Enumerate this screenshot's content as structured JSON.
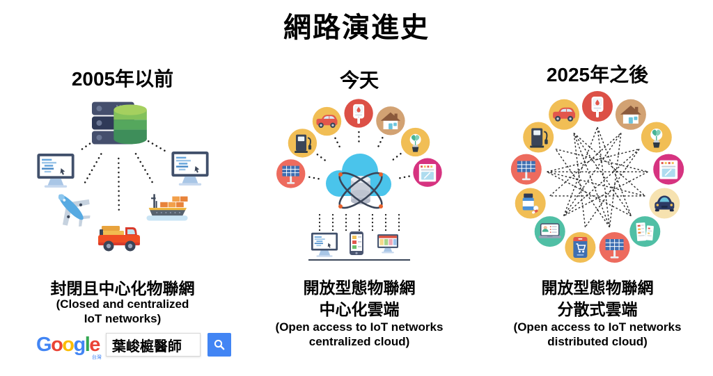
{
  "title": "網路演進史",
  "panels": {
    "before2005": {
      "header": "2005年以前",
      "caption_zh": "封閉且中心化物聯網",
      "caption_en": [
        "(Closed and centralized",
        "IoT networks)"
      ],
      "hub_icon": "server-database-icon",
      "node_icons": [
        "monitor-code-icon",
        "monitor-code-icon",
        "airplane-icon",
        "cargo-ship-icon",
        "truck-icon"
      ],
      "google_search": {
        "logo_letters": [
          {
            "ch": "G",
            "color": "#4285F4"
          },
          {
            "ch": "o",
            "color": "#EA4335"
          },
          {
            "ch": "o",
            "color": "#FBBC05"
          },
          {
            "ch": "g",
            "color": "#4285F4"
          },
          {
            "ch": "l",
            "color": "#34A853"
          },
          {
            "ch": "e",
            "color": "#EA4335"
          }
        ],
        "logo_sub": "台灣",
        "query": "葉峻榳醫師"
      }
    },
    "today": {
      "header": "今天",
      "caption_zh": [
        "開放型態物聯網",
        "中心化雲端"
      ],
      "caption_en": [
        "(Open access to IoT networks",
        "centralized cloud)"
      ],
      "hub_icon": "cloud-atom-icon",
      "fan_icons": [
        {
          "name": "solar-panel-icon",
          "bg": "#ED6B5E"
        },
        {
          "name": "fuel-pump-icon",
          "bg": "#F1BE55"
        },
        {
          "name": "car-side-icon",
          "bg": "#F1BE55"
        },
        {
          "name": "glucose-meter-icon",
          "bg": "#DC5046"
        },
        {
          "name": "house-icon",
          "bg": "#D2A273"
        },
        {
          "name": "leaf-bulb-icon",
          "bg": "#F1BE55"
        },
        {
          "name": "oven-icon",
          "bg": "#D63380"
        }
      ],
      "device_icons": [
        "monitor-code-icon",
        "smartphone-apps-icon",
        "monitor-dashboard-icon"
      ]
    },
    "after2025": {
      "header": "2025年之後",
      "caption_zh": [
        "開放型態物聯網",
        "分散式雲端"
      ],
      "caption_en": [
        "(Open access to IoT networks",
        "distributed cloud)"
      ],
      "ring_icons": [
        {
          "name": "glucose-meter-icon",
          "bg": "#DC5046"
        },
        {
          "name": "house-icon",
          "bg": "#D2A273"
        },
        {
          "name": "leaf-bulb-icon",
          "bg": "#F1BE55"
        },
        {
          "name": "oven-icon",
          "bg": "#D63380"
        },
        {
          "name": "car-front-icon",
          "bg": "#F6E2B0"
        },
        {
          "name": "receipt-icon",
          "bg": "#50BFA5"
        },
        {
          "name": "solar-panel-icon",
          "bg": "#ED6B5E"
        },
        {
          "name": "shopping-cart-icon",
          "bg": "#F1BE55"
        },
        {
          "name": "telemedicine-laptop-icon",
          "bg": "#50BFA5"
        },
        {
          "name": "medicine-bottle-icon",
          "bg": "#F1BE55"
        },
        {
          "name": "solar-panel-icon",
          "bg": "#ED6B5E"
        },
        {
          "name": "fuel-pump-icon",
          "bg": "#F1BE55"
        },
        {
          "name": "car-side-icon",
          "bg": "#F1BE55"
        }
      ]
    }
  }
}
